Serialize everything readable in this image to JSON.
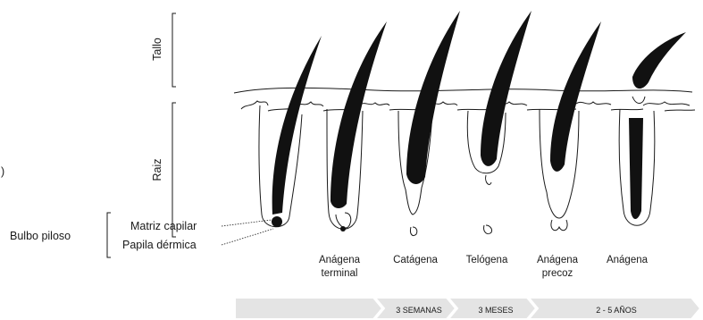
{
  "vertical_labels": {
    "tallo": "Tallo",
    "raiz": "Raiz"
  },
  "stray_mark": ")",
  "left_labels": {
    "bulbo": "Bulbo piloso",
    "matriz": "Matriz capilar",
    "papila": "Papila dérmica"
  },
  "stages": [
    {
      "line1": "Anágena",
      "line2": "terminal"
    },
    {
      "line1": "Catágena",
      "line2": ""
    },
    {
      "line1": "Telógena",
      "line2": ""
    },
    {
      "line1": "Anágena",
      "line2": "precoz"
    },
    {
      "line1": "Anágena",
      "line2": ""
    }
  ],
  "timeline": [
    "",
    "3 SEMANAS",
    "3 MESES",
    "2 - 5 AÑOS"
  ],
  "colors": {
    "ink": "#1a1a1a",
    "hair": "#111111",
    "timeline_fill": "#e4e4e4",
    "timeline_edge": "#ffffff"
  }
}
